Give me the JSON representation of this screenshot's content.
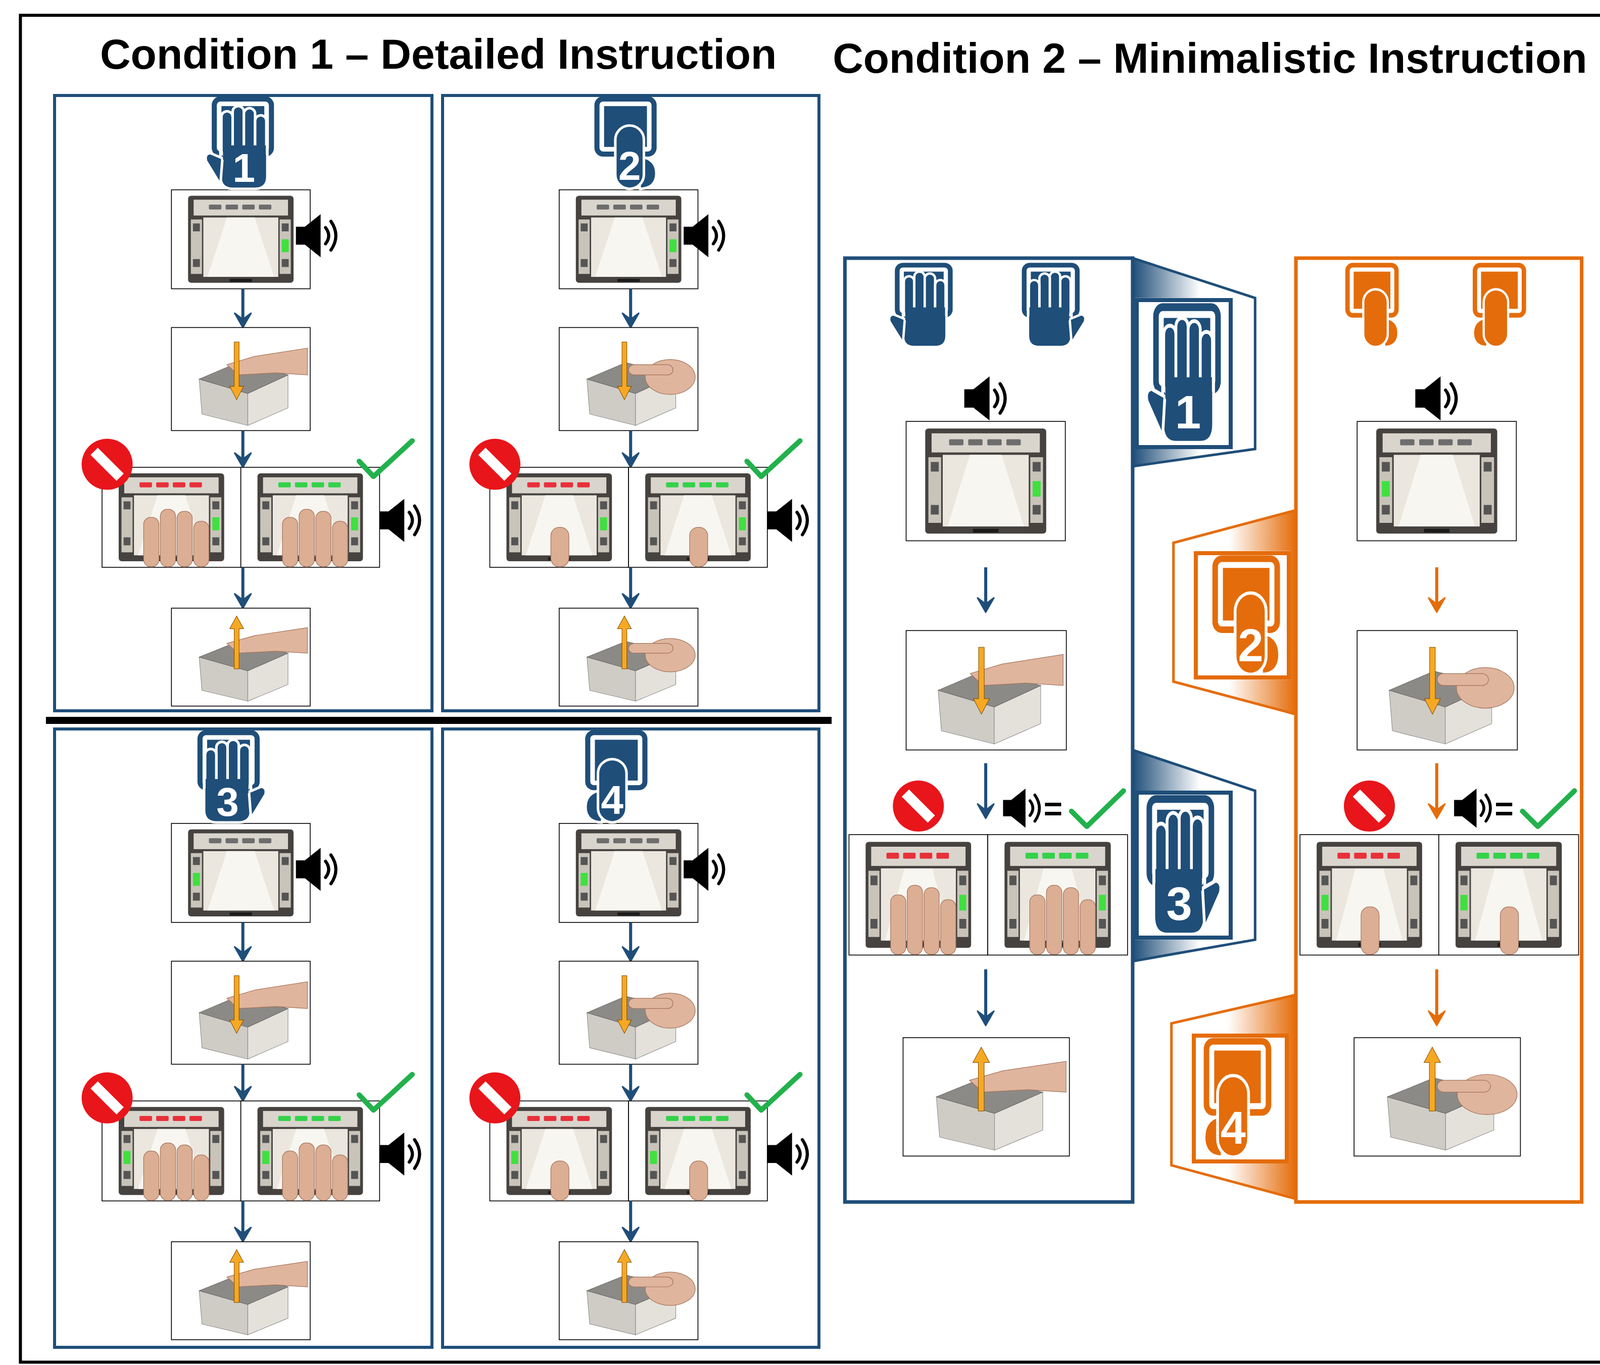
{
  "diagram": {
    "nodes": [
      {
        "text": [
          "1"
        ]
      },
      {
        "text": [
          "2"
        ]
      },
      {
        "text": [
          "3"
        ]
      },
      {
        "text": [
          "4"
        ]
      },
      {
        "text": [
          "1"
        ]
      },
      {
        "text": [
          "2"
        ]
      },
      {
        "text": [
          "3"
        ]
      },
      {
        "text": [
          "4"
        ]
      }
    ],
    "labels": [
      "Condition 1 – Detailed Instruction",
      "Condition 2 – Minimalistic Instruction",
      "=",
      "="
    ]
  }
}
